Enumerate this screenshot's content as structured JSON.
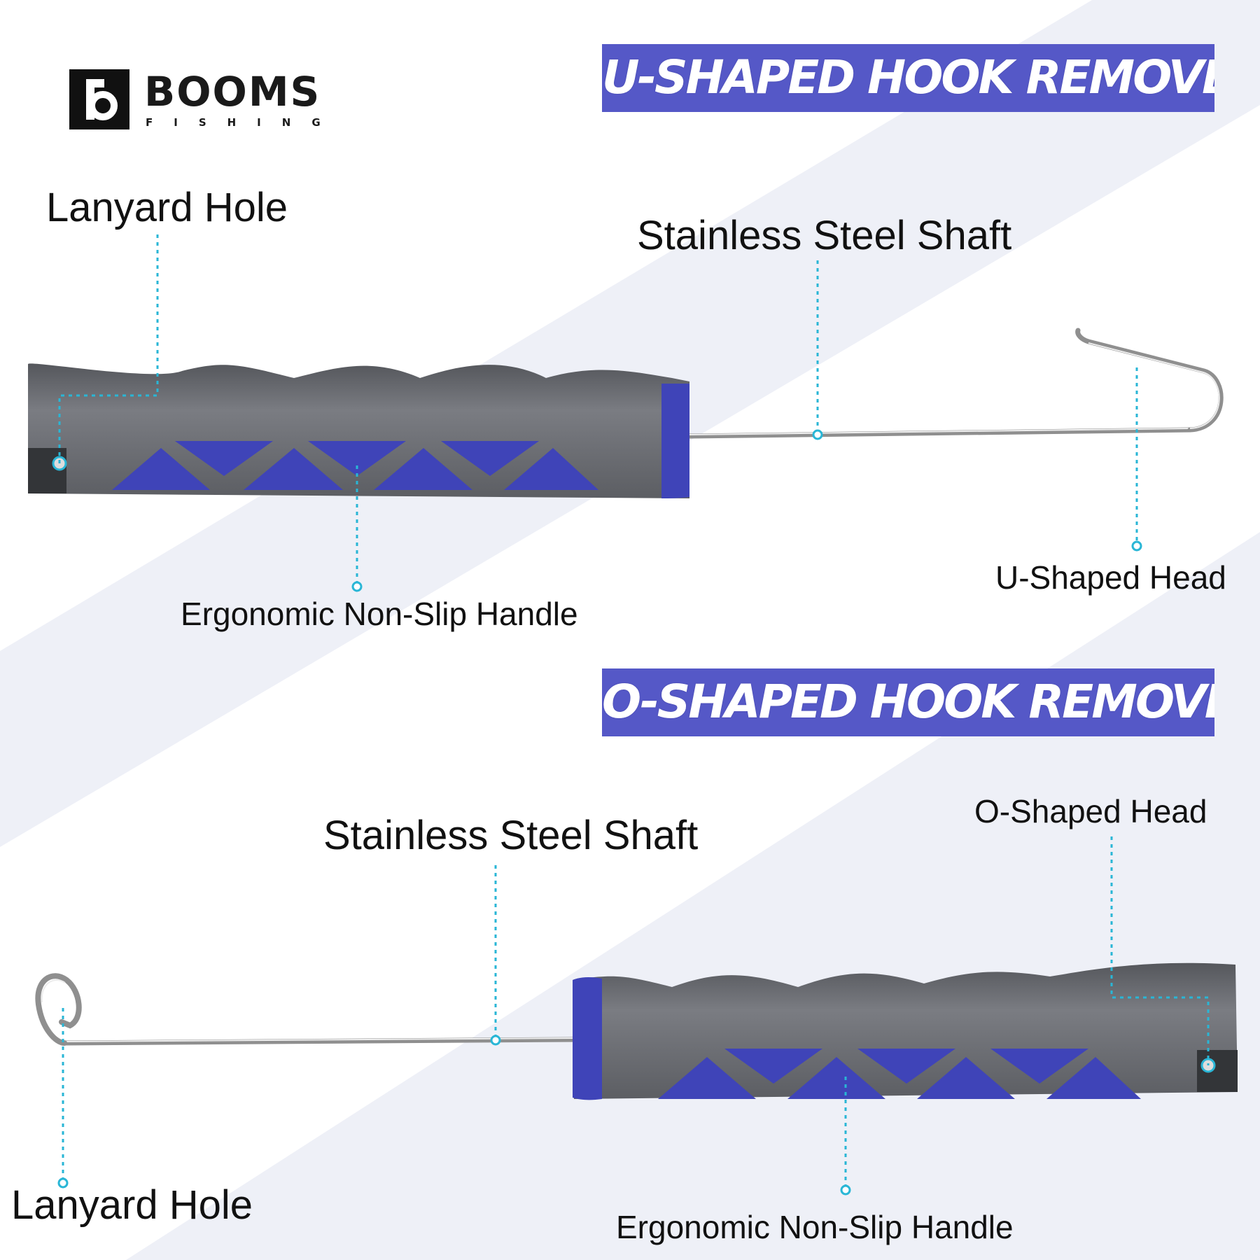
{
  "brand": {
    "name": "BOOMS",
    "tagline": "FISHING"
  },
  "colors": {
    "accent": "#5558c7",
    "handle_gray": "#6b6d73",
    "grip_blue": "#3f44b8",
    "callout": "#29b6d6",
    "background_band": "#eef0f7"
  },
  "u_shaped": {
    "title": "U-SHAPED HOOK REMOVER",
    "labels": {
      "lanyard_hole": "Lanyard Hole",
      "shaft": "Stainless Steel Shaft",
      "handle": "Ergonomic Non-Slip Handle",
      "head": "U-Shaped Head"
    }
  },
  "o_shaped": {
    "title": "O-SHAPED HOOK REMOVER",
    "labels": {
      "lanyard_hole": "Lanyard Hole",
      "shaft": "Stainless Steel Shaft",
      "handle": "Ergonomic Non-Slip Handle",
      "head": "O-Shaped Head"
    }
  }
}
